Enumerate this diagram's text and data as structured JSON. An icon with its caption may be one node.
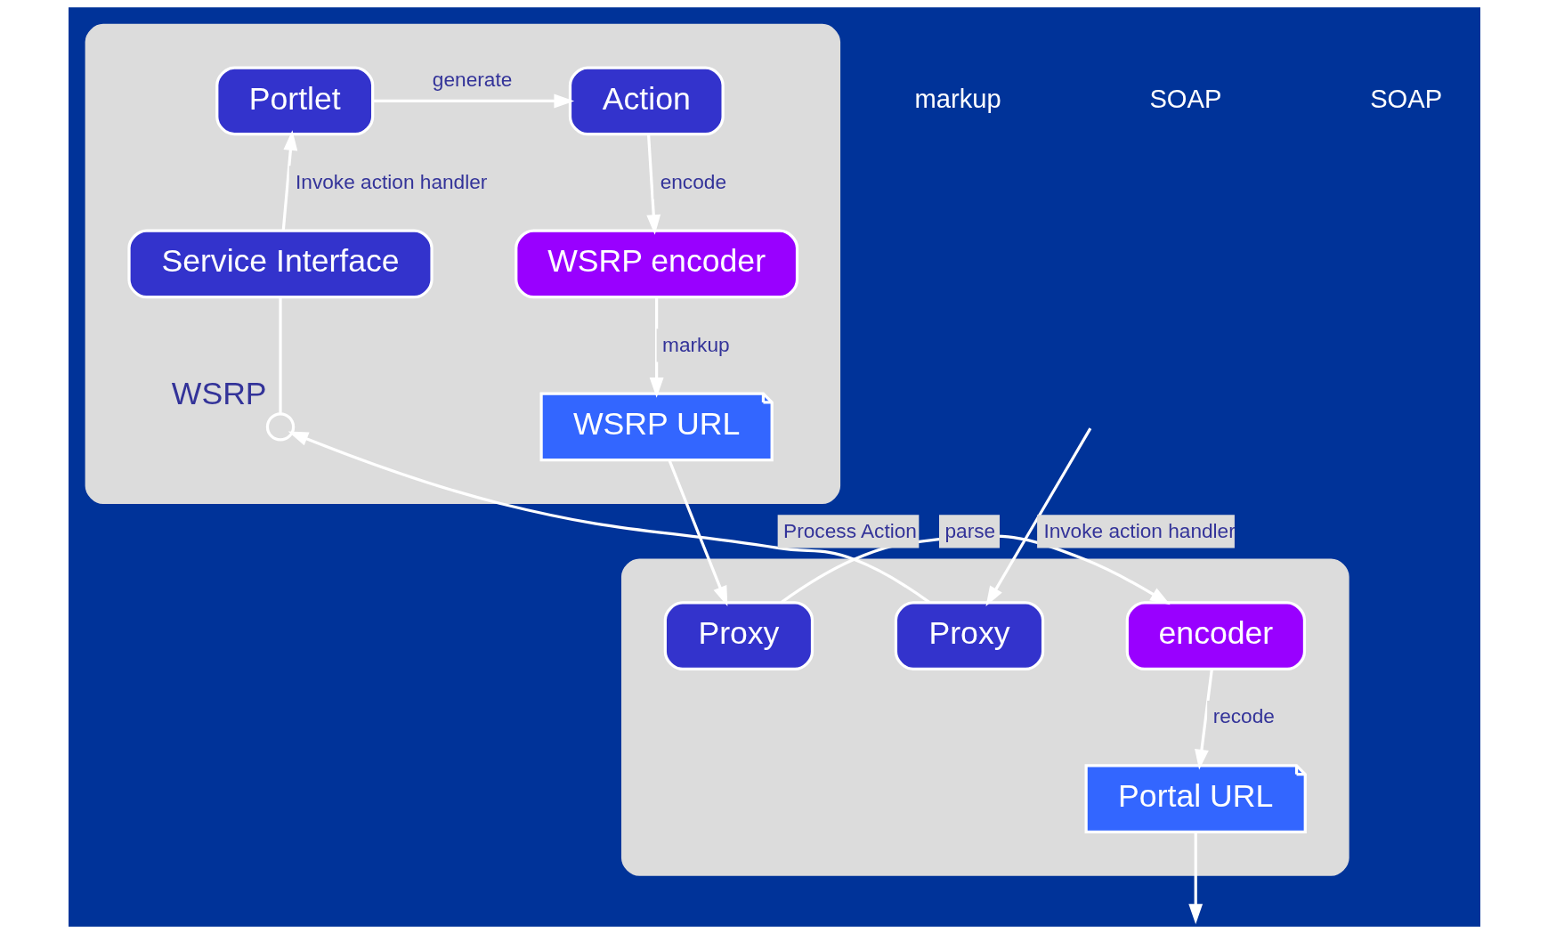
{
  "diagram": {
    "nodes": [
      {
        "text": [],
        "shape": "box"
      },
      {
        "text": [
          "Action"
        ],
        "in": 0
      },
      {
        "text": [
          "Portlet"
        ],
        "in": 0
      },
      {
        "text": [
          "WSRP encoder"
        ],
        "in": 0
      },
      {
        "text": [
          "Service Interface"
        ],
        "in": 0
      },
      {
        "text": [
          "WSRP URL"
        ],
        "in": 0
      },
      {
        "text": [],
        "shape": "circle",
        "beside": [
          "WSRP"
        ],
        "in": 0
      },
      {
        "text": [],
        "shape": "box"
      },
      {
        "text": [
          "Proxy"
        ],
        "in": 7
      },
      {
        "text": [
          "encoder"
        ],
        "in": 7
      },
      {
        "text": [
          "Portal URL"
        ],
        "in": 7
      },
      {
        "text": [
          "Proxy"
        ],
        "in": 7
      }
    ],
    "edges": [
      {
        "from": 2,
        "to": 1,
        "arrow": "to",
        "label": "generate"
      },
      {
        "from": 1,
        "to": 3,
        "arrow": "to",
        "label": "encode"
      },
      {
        "from": 3,
        "to": 5,
        "arrow": "to",
        "label": "markup"
      },
      {
        "from": 4,
        "to": 2,
        "arrow": "to",
        "label": "Invoke action handler"
      },
      {
        "from": 6,
        "to": 4,
        "arrow": "none"
      },
      {
        "from": 5,
        "to": 8,
        "arrow": "to"
      },
      {
        "from": 8,
        "to": 9,
        "arrow": "to",
        "label": "parse"
      },
      {
        "from": 9,
        "to": 10,
        "arrow": "to",
        "label": "recode"
      },
      {
        "from": 10,
        "to": null,
        "arrow": "to"
      },
      {
        "from": null,
        "to": 11,
        "arrow": "to",
        "label": "Invoke action handler"
      },
      {
        "from": 11,
        "to": 6,
        "arrow": "to",
        "label": "Process Action"
      }
    ],
    "labels": [
      "markup",
      "SOAP",
      "SOAP"
    ]
  }
}
